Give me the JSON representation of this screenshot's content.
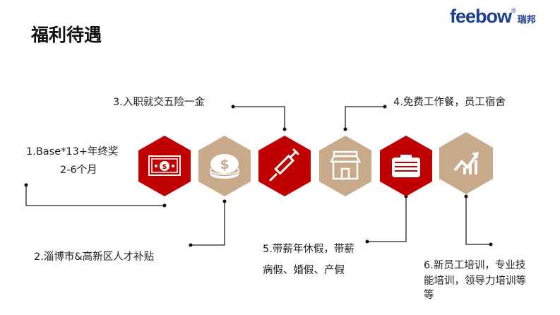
{
  "header": {
    "title": "福利待遇",
    "logo_text": "feebow",
    "logo_mark": "®",
    "logo_cn": "瑞邦"
  },
  "colors": {
    "red": "#c00000",
    "tan": "#c8aa8a",
    "line": "#222222"
  },
  "items": [
    {
      "icon": "banknote-icon",
      "line1": "1.Base*13+年终奖",
      "line2": "2-6个月"
    },
    {
      "icon": "coins-icon",
      "line1": "2.淄博市&高新区人才补贴"
    },
    {
      "icon": "syringe-icon",
      "line1": "3.入职就交五险一金"
    },
    {
      "icon": "store-icon",
      "line1": "4.免费工作餐，员工宿舍"
    },
    {
      "icon": "suitcase-icon",
      "line1": "5.带薪年休假，带薪",
      "line2": "病假、婚假、产假"
    },
    {
      "icon": "growth-chart-icon",
      "line1": "6.新员工培训，专业技",
      "line2": "能培训，领导力培训等",
      "line3": "等"
    }
  ]
}
